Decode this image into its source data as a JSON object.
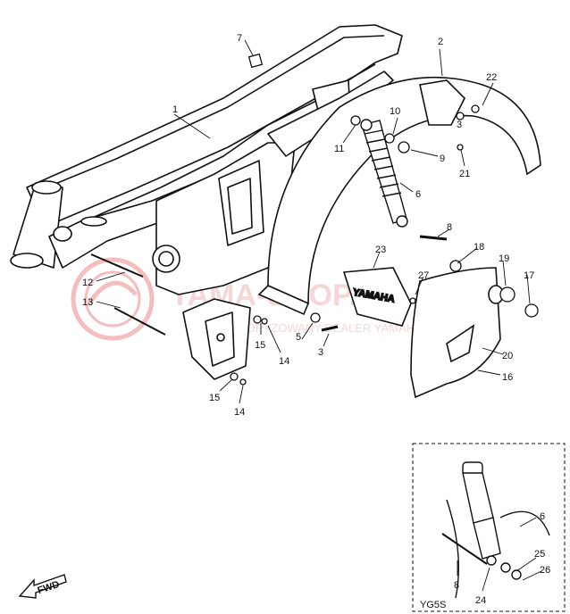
{
  "watermark": {
    "brand": "YAMA-SHOP.PL",
    "tagline": "WWW.AUTORYZOWANY DEALER YAMAHA",
    "color": "#e04848"
  },
  "parts": {
    "p1": "1",
    "p2": "2",
    "p3": "3",
    "p5": "5",
    "p6": "6",
    "p7": "7",
    "p8": "8",
    "p9": "9",
    "p10": "10",
    "p11": "11",
    "p12": "12",
    "p13": "13",
    "p14a": "14",
    "p14b": "14",
    "p15a": "15",
    "p15b": "15",
    "p16": "16",
    "p17": "17",
    "p18": "18",
    "p19": "19",
    "p20": "20",
    "p21": "21",
    "p22": "22",
    "p23": "23",
    "p27": "27"
  },
  "cover_text": "YAMAHA",
  "inset": {
    "model": "YG5S",
    "p6": "6",
    "p8": "8",
    "p24": "24",
    "p25": "25",
    "p26": "26"
  },
  "fwd_label": "FWD"
}
